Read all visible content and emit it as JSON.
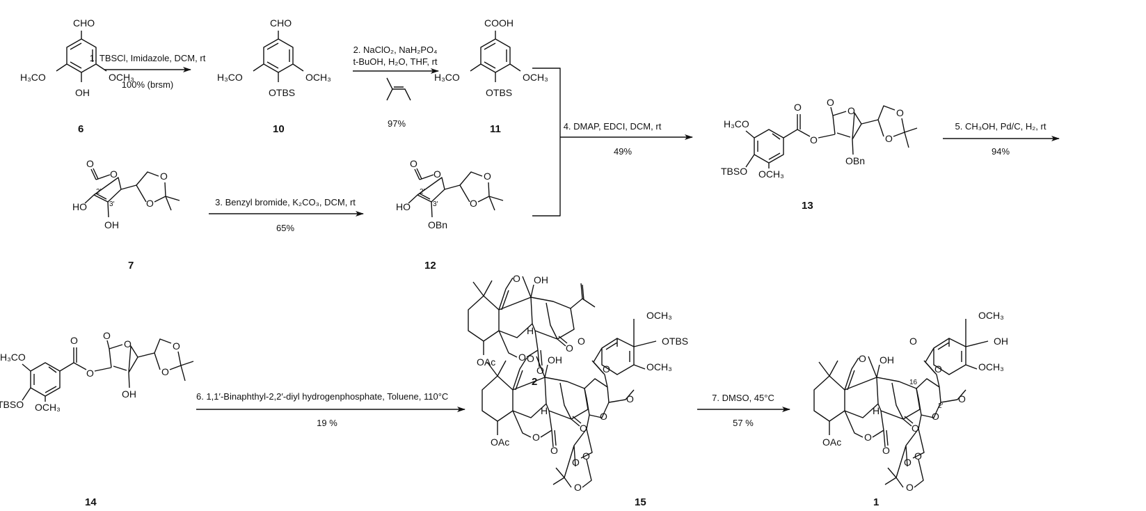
{
  "title": "Synthesis scheme",
  "compounds": {
    "c6": "6",
    "c10": "10",
    "c11": "11",
    "c7": "7",
    "c12": "12",
    "c13": "13",
    "c14": "14",
    "c2": "2",
    "c15": "15",
    "c1": "1"
  },
  "atoms": {
    "CHO": "CHO",
    "COOH": "COOH",
    "H3CO": "H₃CO",
    "OCH3": "OCH₃",
    "OH": "OH",
    "HO": "HO",
    "OTBS": "OTBS",
    "TBSO": "TBSO",
    "OBn": "OBn",
    "O": "O",
    "H": "H",
    "OAc": "OAc",
    "p2": "2′",
    "p3": "3′",
    "n16": "16"
  },
  "steps": [
    {
      "reagents": "1. TBSCl, Imidazole, DCM, rt",
      "yield": "100% (brsm)"
    },
    {
      "reagents": "2. NaClO₂, NaH₂PO₄",
      "reagents2": "t-BuOH, H₂O, THF, rt",
      "yield": "97%"
    },
    {
      "reagents": "3. Benzyl bromide, K₂CO₃, DCM, rt",
      "yield": "65%"
    },
    {
      "reagents": "4. DMAP, EDCI, DCM, rt",
      "yield": "49%"
    },
    {
      "reagents": "5. CH₃OH, Pd/C, H₂, rt",
      "yield": "94%"
    },
    {
      "reagents": "6. 1,1′-Binaphthyl-2,2′-diyl hydrogenphosphate, Toluene, 110°C",
      "yield": "19 %"
    },
    {
      "reagents": "7. DMSO, 45°C",
      "yield": "57 %"
    }
  ]
}
